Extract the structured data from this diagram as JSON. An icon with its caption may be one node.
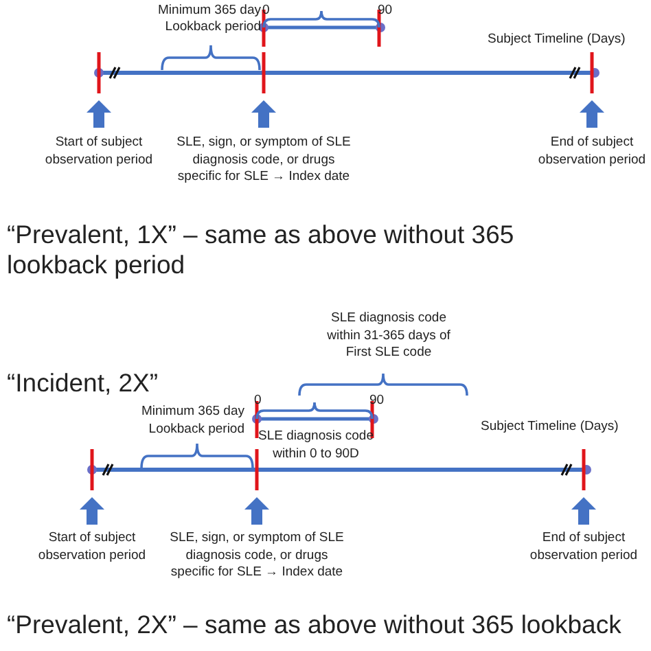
{
  "diagram": {
    "labels": [
      "Minimum 365 day",
      "0",
      "90",
      "Lookback period",
      "Subject Timeline (Days)",
      "Start of subject observation period",
      "SLE, sign, or symptom of SLE diagnosis code, or drugs specific for SLE → Index date",
      "End of subject observation period",
      "“Prevalent, 1X” – same as above without 365 lookback period",
      "SLE diagnosis code within 31-365 days of First SLE code",
      "“Incident, 2X”",
      "0",
      "90",
      "Minimum 365 day Lookback period",
      "SLE diagnosis code within 0 to 90D",
      "Subject Timeline (Days)",
      "Start of subject observation period",
      "SLE, sign, or symptom of SLE diagnosis code, or drugs specific for SLE → Index date",
      "End of subject observation period",
      "“Prevalent, 2X” – same as above without 365 lookback"
    ]
  }
}
